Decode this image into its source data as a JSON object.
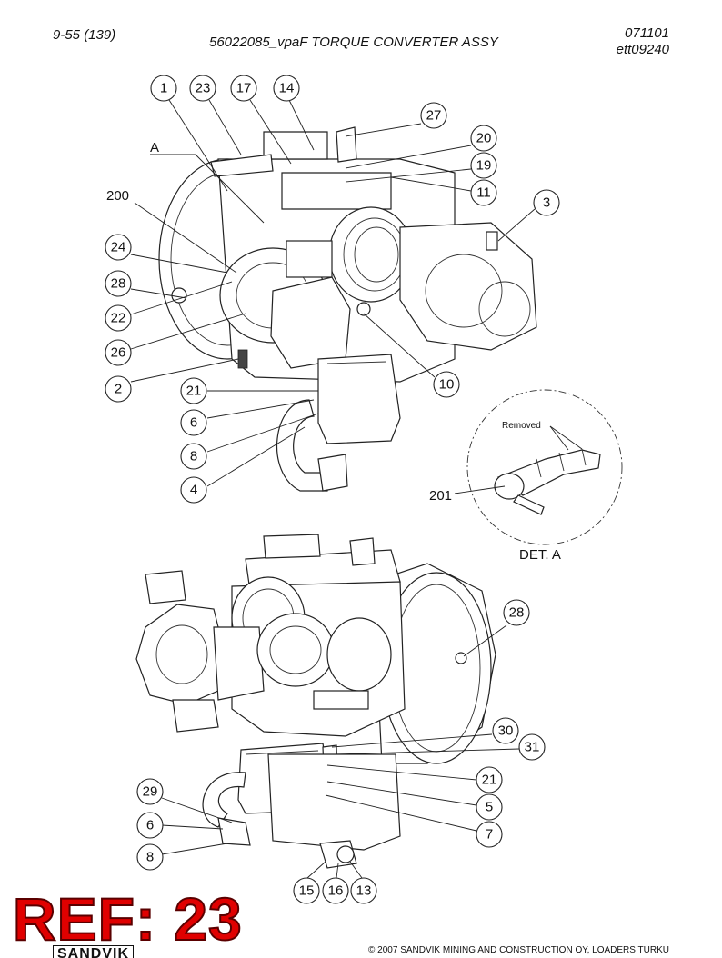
{
  "header": {
    "page_number": "9-55 (139)",
    "title": "56022085_vpaF TORQUE CONVERTER ASSY",
    "date_code": "071101",
    "drawing_code": "ett09240"
  },
  "callouts_top": [
    "1",
    "23",
    "17",
    "14",
    "27",
    "20",
    "19",
    "11",
    "3",
    "200",
    "24",
    "28",
    "22",
    "26",
    "2",
    "21",
    "10",
    "6",
    "8",
    "4",
    "201"
  ],
  "callouts_bottom": [
    "28",
    "30",
    "31",
    "21",
    "5",
    "7",
    "29",
    "6",
    "8",
    "15",
    "16",
    "13"
  ],
  "labels": {
    "view_marker": "A",
    "detail_title": "DET. A",
    "removed": "Removed"
  },
  "stamp": {
    "ref_text": "REF: 23",
    "ref_color": "#e00000"
  },
  "footer": {
    "brand": "SANDVIK",
    "copyright": "© 2007 SANDVIK MINING AND CONSTRUCTION OY, LOADERS TURKU"
  }
}
